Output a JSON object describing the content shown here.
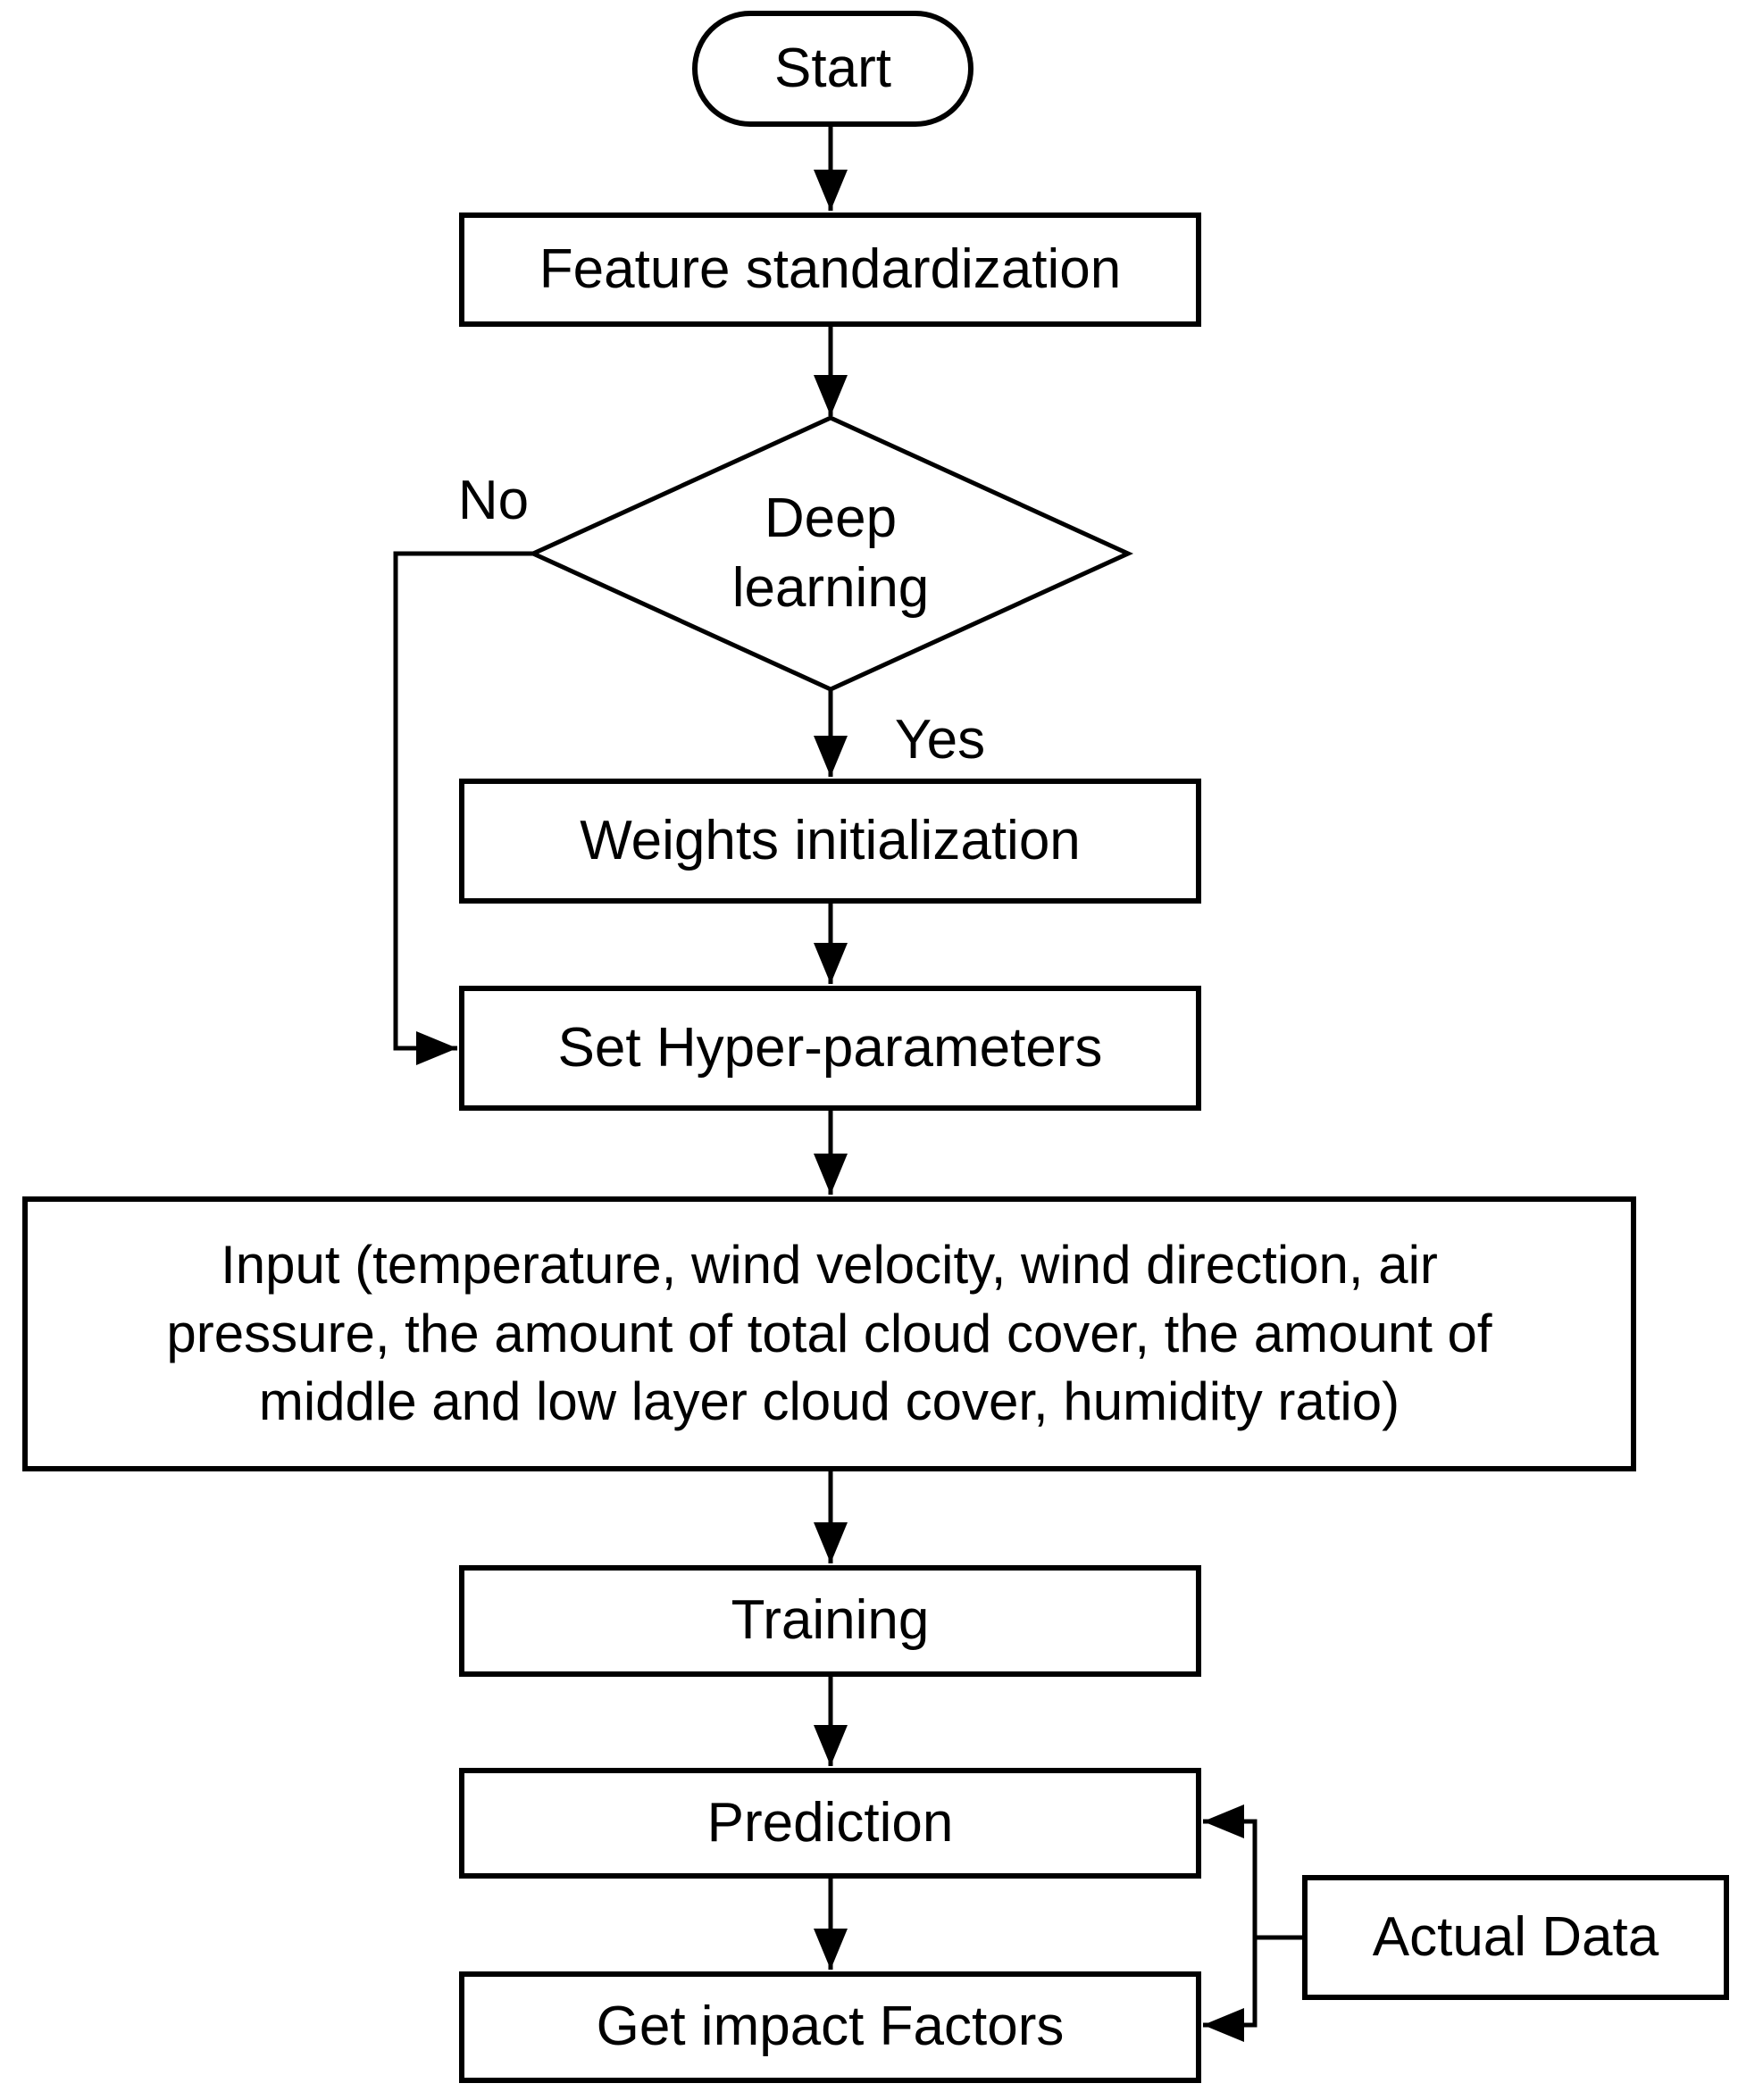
{
  "colors": {
    "stroke": "#000000",
    "fill": "#ffffff",
    "text": "#000000",
    "background": "#ffffff"
  },
  "nodes": {
    "start": {
      "type": "terminator",
      "label": "Start"
    },
    "feature_standardization": {
      "type": "process",
      "label": "Feature standardization"
    },
    "deep_learning_decision": {
      "type": "decision",
      "lines": [
        "Deep",
        "learning"
      ]
    },
    "weights_initialization": {
      "type": "process",
      "label": "Weights initialization"
    },
    "set_hyper_parameters": {
      "type": "process",
      "label": "Set Hyper-parameters"
    },
    "input": {
      "type": "process",
      "lines": [
        "Input (temperature, wind velocity, wind direction, air",
        "pressure, the amount of total cloud cover, the amount of",
        "middle and low layer cloud cover, humidity ratio)"
      ]
    },
    "training": {
      "type": "process",
      "label": "Training"
    },
    "prediction": {
      "type": "process",
      "label": "Prediction"
    },
    "get_impact_factors": {
      "type": "process",
      "label": "Get impact Factors"
    },
    "actual_data": {
      "type": "process",
      "label": "Actual Data"
    }
  },
  "edge_labels": {
    "no": "No",
    "yes": "Yes"
  },
  "edges": [
    {
      "from": "start",
      "to": "feature_standardization"
    },
    {
      "from": "feature_standardization",
      "to": "deep_learning_decision"
    },
    {
      "from": "deep_learning_decision",
      "to": "weights_initialization",
      "label": "Yes"
    },
    {
      "from": "deep_learning_decision",
      "to": "set_hyper_parameters",
      "label": "No"
    },
    {
      "from": "weights_initialization",
      "to": "set_hyper_parameters"
    },
    {
      "from": "set_hyper_parameters",
      "to": "input"
    },
    {
      "from": "input",
      "to": "training"
    },
    {
      "from": "training",
      "to": "prediction"
    },
    {
      "from": "prediction",
      "to": "get_impact_factors"
    },
    {
      "from": "actual_data",
      "to": "prediction"
    },
    {
      "from": "actual_data",
      "to": "get_impact_factors"
    }
  ]
}
